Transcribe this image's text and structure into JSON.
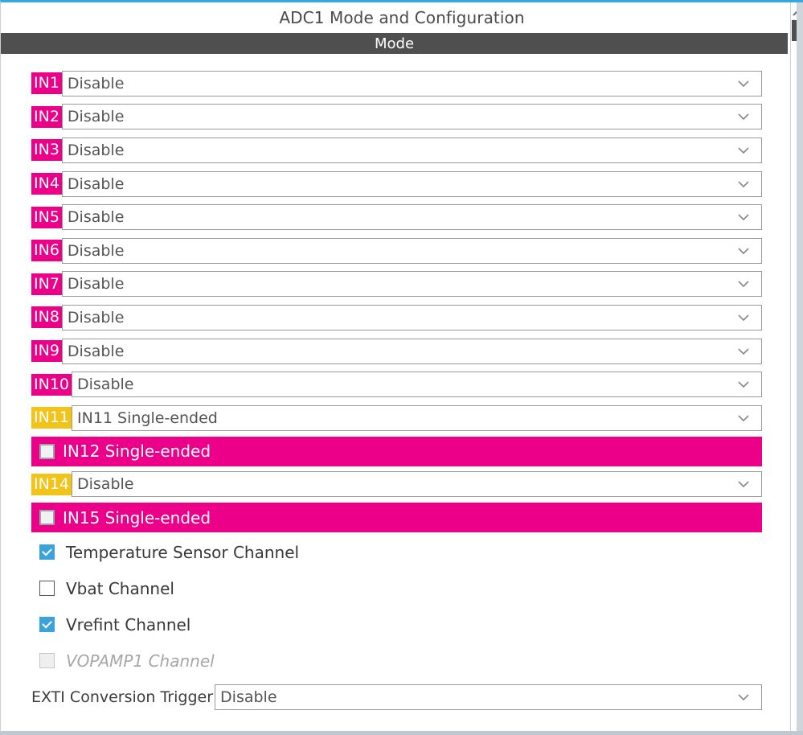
{
  "window": {
    "title": "ADC1 Mode and Configuration",
    "section_header": "Mode",
    "accent_top": "#35A8DD",
    "header_bg": "#4F4F4F",
    "pink": "#EC0089",
    "gold": "#F2C318",
    "check_blue": "#3BA3DC"
  },
  "channels": [
    {
      "label": "IN1",
      "label_style": "pink",
      "value": "Disable",
      "kind": "select"
    },
    {
      "label": "IN2",
      "label_style": "pink",
      "value": "Disable",
      "kind": "select"
    },
    {
      "label": "IN3",
      "label_style": "pink",
      "value": "Disable",
      "kind": "select"
    },
    {
      "label": "IN4",
      "label_style": "pink",
      "value": "Disable",
      "kind": "select"
    },
    {
      "label": "IN5",
      "label_style": "pink",
      "value": "Disable",
      "kind": "select"
    },
    {
      "label": "IN6",
      "label_style": "pink",
      "value": "Disable",
      "kind": "select"
    },
    {
      "label": "IN7",
      "label_style": "pink",
      "value": "Disable",
      "kind": "select"
    },
    {
      "label": "IN8",
      "label_style": "pink",
      "value": "Disable",
      "kind": "select"
    },
    {
      "label": "IN9",
      "label_style": "pink",
      "value": "Disable",
      "kind": "select"
    },
    {
      "label": "IN10",
      "label_style": "pink",
      "value": "Disable",
      "kind": "select"
    },
    {
      "label": "IN11",
      "label_style": "gold",
      "value": "IN11 Single-ended",
      "kind": "select"
    },
    {
      "label": "IN12 Single-ended",
      "label_style": "pink",
      "kind": "banner",
      "checked": false
    },
    {
      "label": "IN14",
      "label_style": "gold",
      "value": "Disable",
      "kind": "select"
    },
    {
      "label": "IN15 Single-ended",
      "label_style": "pink",
      "kind": "banner",
      "checked": false
    }
  ],
  "extra_channels": [
    {
      "label": "Temperature Sensor Channel",
      "checked": true,
      "disabled": false
    },
    {
      "label": "Vbat Channel",
      "checked": false,
      "disabled": false
    },
    {
      "label": "Vrefint Channel",
      "checked": true,
      "disabled": false
    },
    {
      "label": "VOPAMP1 Channel",
      "checked": false,
      "disabled": true
    }
  ],
  "exti": {
    "label": "EXTI Conversion Trigger",
    "value": "Disable"
  },
  "icons": {
    "chevron_down": "chevron-down-icon",
    "scroll_up": "scroll-up-arrow-icon",
    "scroll_down": "scroll-down-arrow-icon"
  }
}
